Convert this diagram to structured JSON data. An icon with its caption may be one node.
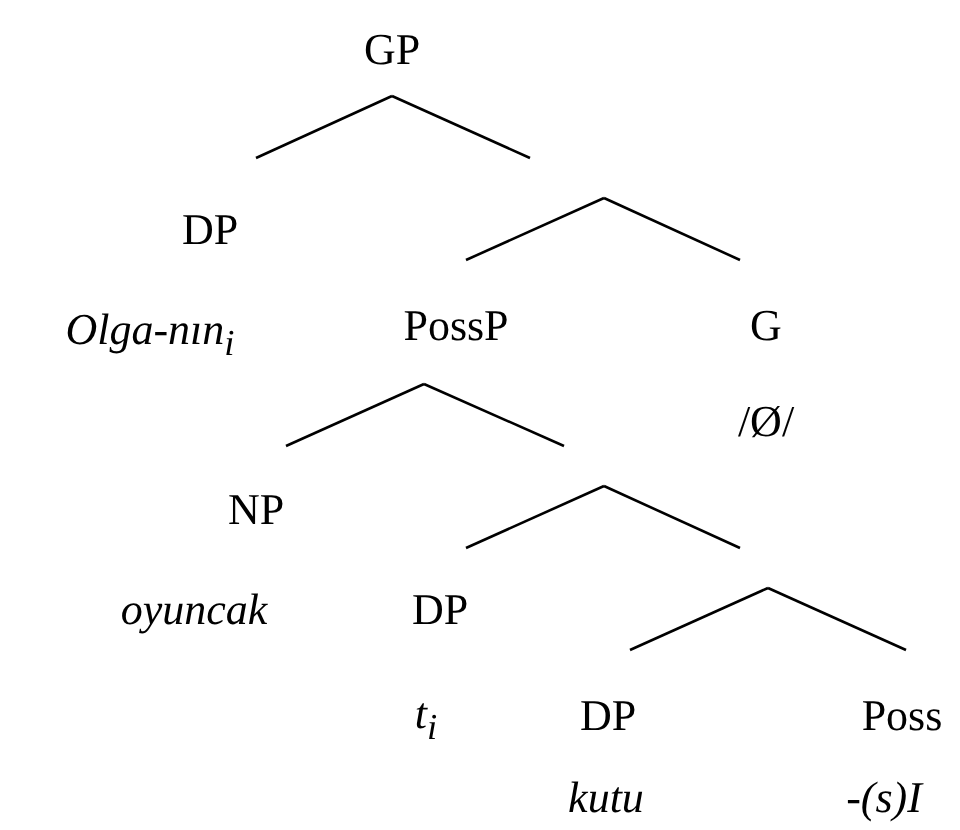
{
  "diagram": {
    "nodes": [
      {
        "text": [
          "GP"
        ]
      },
      {
        "text": [
          "DP",
          "Olga-nın$_{i}$"
        ]
      },
      {
        "text": [
          "PossP"
        ]
      },
      {
        "text": [
          "G"
        ],
        "beside": [
          "/Ø/"
        ]
      },
      {
        "text": [
          "NP",
          "oyuncak"
        ]
      },
      {
        "text": [
          "DP",
          "t$_{i}$"
        ]
      },
      {
        "text": [
          "DP",
          "kutu"
        ]
      },
      {
        "text": [
          "Poss",
          "-(s)I"
        ]
      }
    ],
    "edges": [
      {
        "from": 0,
        "to": 1,
        "arrow": "none"
      },
      {
        "from": 0,
        "to": null,
        "arrow": "none"
      },
      {
        "from": null,
        "to": 2,
        "arrow": "none"
      },
      {
        "from": null,
        "to": 3,
        "arrow": "none"
      },
      {
        "from": 2,
        "to": 4,
        "arrow": "none"
      },
      {
        "from": 2,
        "to": null,
        "arrow": "none"
      },
      {
        "from": null,
        "to": 5,
        "arrow": "none"
      },
      {
        "from": null,
        "to": 6,
        "arrow": "none"
      },
      {
        "from": null,
        "to": 7,
        "arrow": "none"
      }
    ]
  }
}
